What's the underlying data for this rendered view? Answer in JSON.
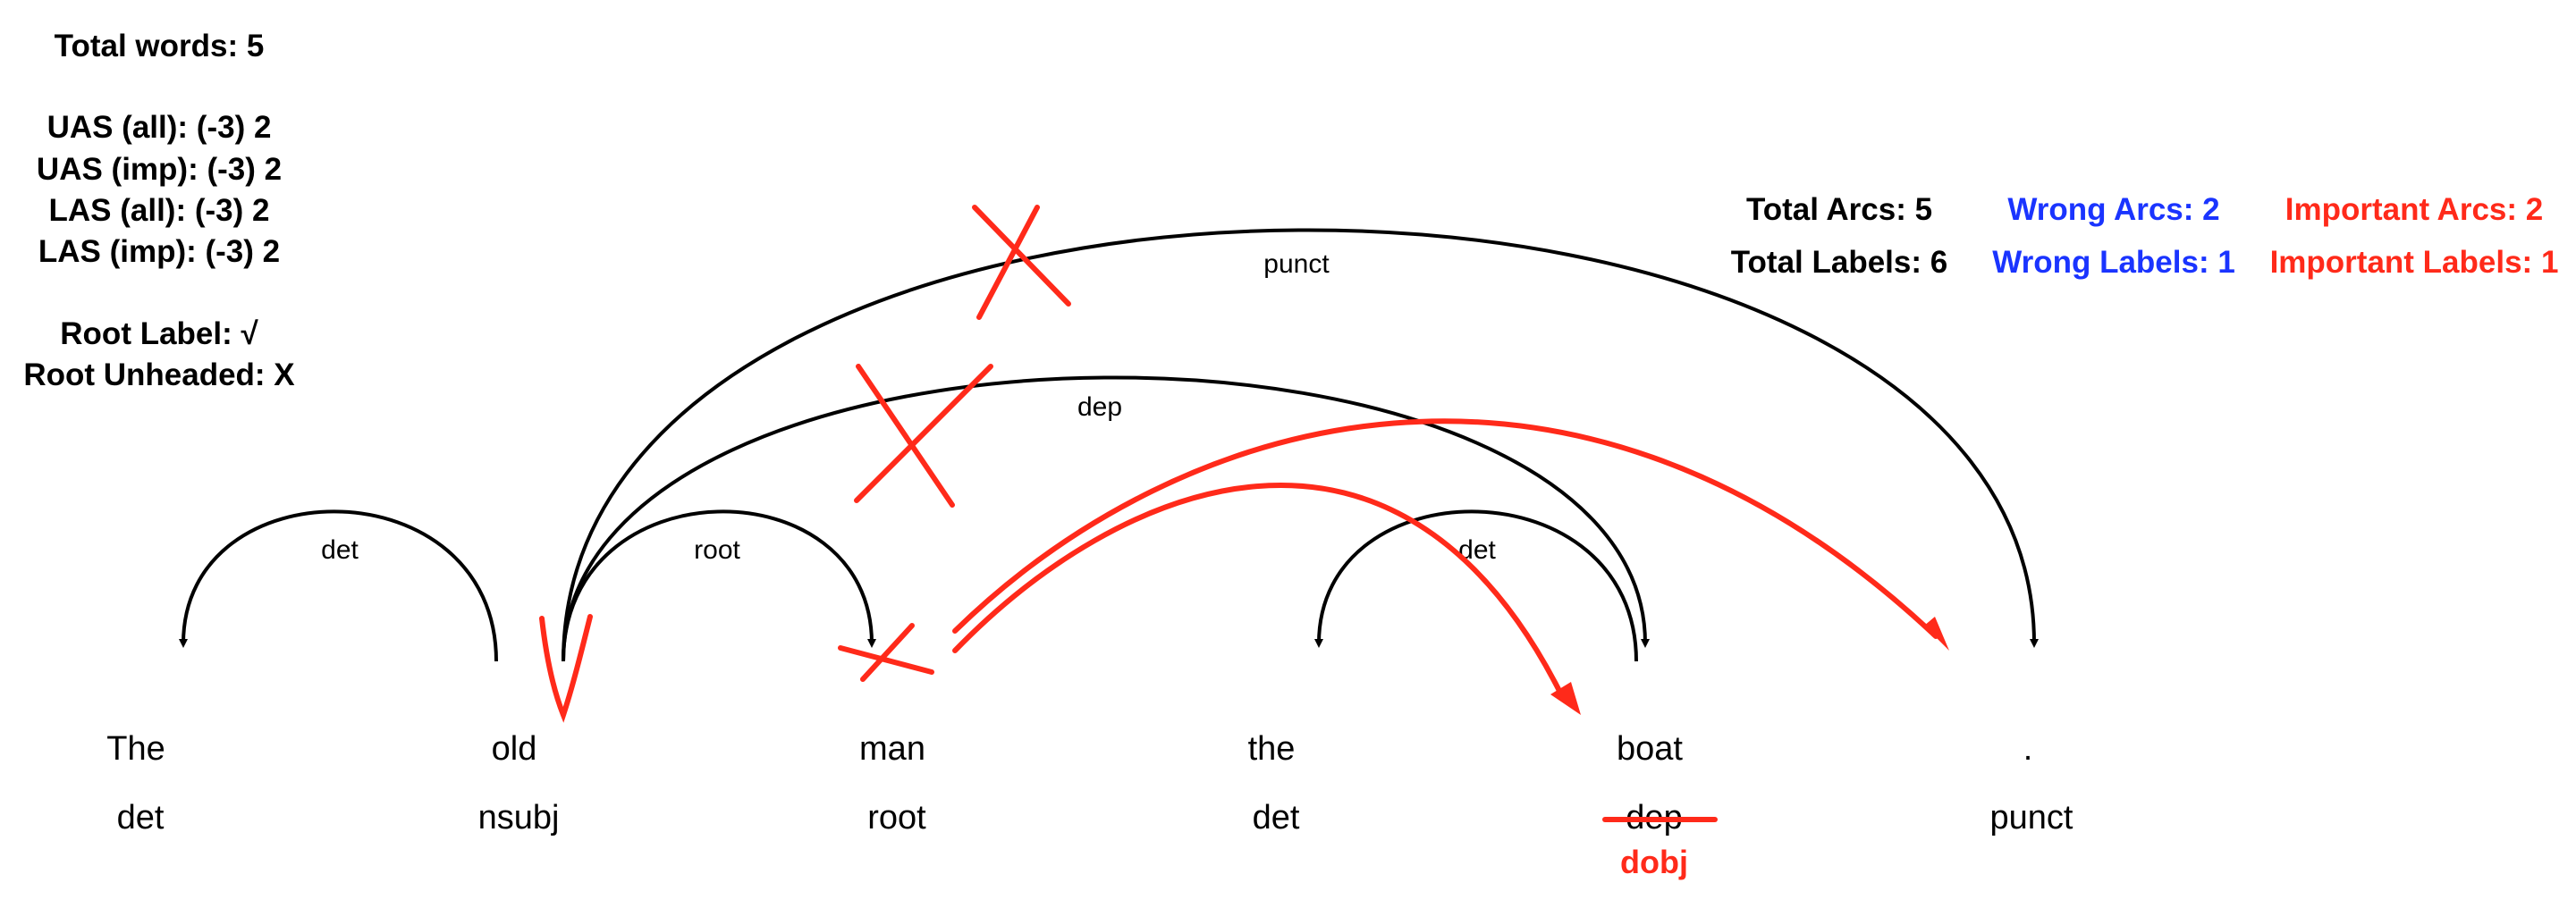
{
  "stats_left": {
    "total_words": "Total words: 5",
    "uas_all": "UAS (all): (-3) 2",
    "uas_imp": "UAS (imp): (-3) 2",
    "las_all": "LAS (all): (-3) 2",
    "las_imp": "LAS (imp): (-3) 2",
    "root_label": "Root Label: √",
    "root_unheaded": "Root Unheaded: X"
  },
  "stats_right": {
    "total_arcs": "Total Arcs: 5",
    "wrong_arcs": "Wrong Arcs: 2",
    "important_arcs": "Important Arcs: 2",
    "total_labels": "Total Labels: 6",
    "wrong_labels": "Wrong Labels: 1",
    "important_labels": "Important Labels: 1"
  },
  "tokens": [
    {
      "word": "The",
      "label": "det"
    },
    {
      "word": "old",
      "label": "nsubj"
    },
    {
      "word": "man",
      "label": "root"
    },
    {
      "word": "the",
      "label": "det"
    },
    {
      "word": "boat",
      "label": "dep",
      "correction": "dobj"
    },
    {
      "word": ".",
      "label": "punct"
    }
  ],
  "arcs": [
    {
      "label": "det"
    },
    {
      "label": "root"
    },
    {
      "label": "det"
    },
    {
      "label": "dep"
    },
    {
      "label": "punct"
    }
  ],
  "colors": {
    "error": "#ff2a1a",
    "wrong": "#1a34ff",
    "text": "#000000"
  }
}
